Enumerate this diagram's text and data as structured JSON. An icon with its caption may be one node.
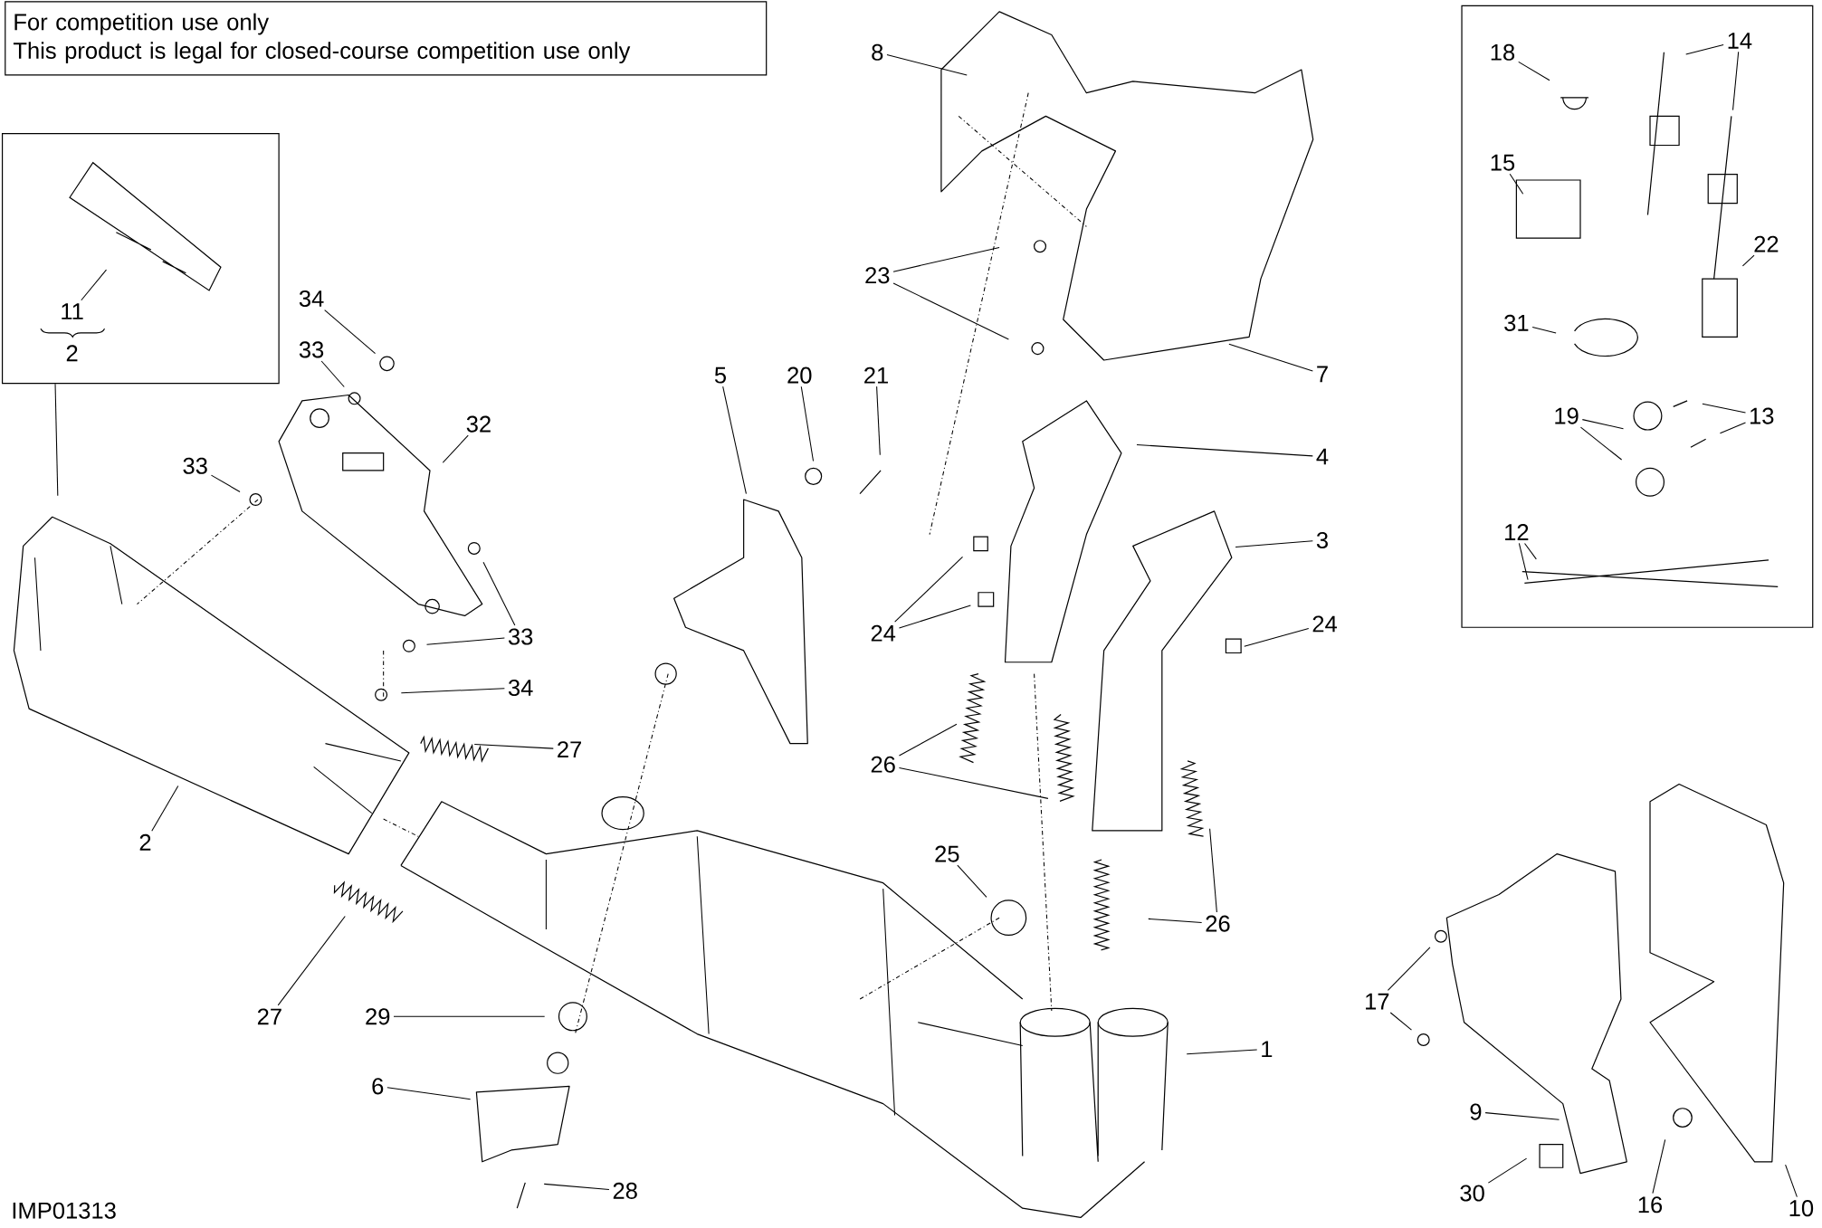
{
  "diagram": {
    "nodes": [
      {
        "text": [
          "For competition use only",
          "This product is legal for closed-course competition use only"
        ]
      },
      {
        "text": [],
        "shape": "box"
      },
      {
        "text": [],
        "shape": "box"
      },
      {
        "text": [
          "11"
        ],
        "in": 1
      },
      {
        "text": [
          "34"
        ]
      },
      {
        "text": [
          "33"
        ]
      },
      {
        "text": [
          "32"
        ]
      },
      {
        "text": [
          "33"
        ]
      },
      {
        "text": [
          "33"
        ]
      },
      {
        "text": [
          "34"
        ]
      },
      {
        "text": [
          "27"
        ]
      },
      {
        "text": [
          "2"
        ]
      },
      {
        "text": [
          "27"
        ]
      },
      {
        "text": [
          "29"
        ]
      },
      {
        "text": [
          "6"
        ]
      },
      {
        "text": [
          "28"
        ]
      },
      {
        "text": [
          "5"
        ]
      },
      {
        "text": [
          "20"
        ]
      },
      {
        "text": [
          "21"
        ]
      },
      {
        "text": [
          "8"
        ]
      },
      {
        "text": [
          "23"
        ]
      },
      {
        "text": [
          "7"
        ]
      },
      {
        "text": [
          "4"
        ]
      },
      {
        "text": [
          "3"
        ]
      },
      {
        "text": [
          "24"
        ]
      },
      {
        "text": [
          "24"
        ]
      },
      {
        "text": [
          "26"
        ]
      },
      {
        "text": [
          "26"
        ]
      },
      {
        "text": [
          "25"
        ]
      },
      {
        "text": [
          "1"
        ]
      },
      {
        "text": [
          "18"
        ],
        "in": 2
      },
      {
        "text": [
          "14"
        ],
        "in": 2
      },
      {
        "text": [
          "15"
        ],
        "in": 2
      },
      {
        "text": [
          "22"
        ],
        "in": 2
      },
      {
        "text": [
          "31"
        ],
        "in": 2
      },
      {
        "text": [
          "19"
        ],
        "in": 2
      },
      {
        "text": [
          "13"
        ],
        "in": 2
      },
      {
        "text": [
          "12"
        ],
        "in": 2
      },
      {
        "text": [
          "17"
        ]
      },
      {
        "text": [
          "9"
        ]
      },
      {
        "text": [
          "30"
        ]
      },
      {
        "text": [
          "16"
        ]
      },
      {
        "text": [
          "10"
        ]
      }
    ],
    "edges": [
      {
        "from": 1,
        "to": null,
        "arrow": "none"
      },
      {
        "from": 3,
        "to": null,
        "arrow": "none"
      },
      {
        "from": 4,
        "to": null,
        "arrow": "none"
      },
      {
        "from": 5,
        "to": null,
        "arrow": "none"
      },
      {
        "from": 6,
        "to": null,
        "arrow": "none"
      },
      {
        "from": 7,
        "to": null,
        "arrow": "none"
      },
      {
        "from": 8,
        "to": null,
        "arrow": "none"
      },
      {
        "from": 8,
        "to": null,
        "arrow": "none"
      },
      {
        "from": 9,
        "to": null,
        "arrow": "none"
      },
      {
        "from": 10,
        "to": null,
        "arrow": "none"
      },
      {
        "from": 11,
        "to": null,
        "arrow": "none"
      },
      {
        "from": 12,
        "to": null,
        "arrow": "none"
      },
      {
        "from": 13,
        "to": null,
        "arrow": "none"
      },
      {
        "from": 14,
        "to": null,
        "arrow": "none"
      },
      {
        "from": 15,
        "to": null,
        "arrow": "none"
      },
      {
        "from": 16,
        "to": null,
        "arrow": "none"
      },
      {
        "from": 17,
        "to": null,
        "arrow": "none"
      },
      {
        "from": 18,
        "to": null,
        "arrow": "none"
      },
      {
        "from": 19,
        "to": null,
        "arrow": "none"
      },
      {
        "from": 20,
        "to": null,
        "arrow": "none"
      },
      {
        "from": 20,
        "to": null,
        "arrow": "none"
      },
      {
        "from": 21,
        "to": null,
        "arrow": "none"
      },
      {
        "from": 22,
        "to": null,
        "arrow": "none"
      },
      {
        "from": 23,
        "to": null,
        "arrow": "none"
      },
      {
        "from": 24,
        "to": null,
        "arrow": "none"
      },
      {
        "from": 24,
        "to": null,
        "arrow": "none"
      },
      {
        "from": 25,
        "to": null,
        "arrow": "none"
      },
      {
        "from": 26,
        "to": null,
        "arrow": "none"
      },
      {
        "from": 26,
        "to": null,
        "arrow": "none"
      },
      {
        "from": 27,
        "to": null,
        "arrow": "none"
      },
      {
        "from": 27,
        "to": null,
        "arrow": "none"
      },
      {
        "from": 28,
        "to": null,
        "arrow": "none"
      },
      {
        "from": 29,
        "to": null,
        "arrow": "none"
      },
      {
        "from": 30,
        "to": null,
        "arrow": "none"
      },
      {
        "from": 31,
        "to": null,
        "arrow": "none"
      },
      {
        "from": 31,
        "to": null,
        "arrow": "none"
      },
      {
        "from": 32,
        "to": null,
        "arrow": "none"
      },
      {
        "from": 33,
        "to": null,
        "arrow": "none"
      },
      {
        "from": 34,
        "to": null,
        "arrow": "none"
      },
      {
        "from": 35,
        "to": null,
        "arrow": "none"
      },
      {
        "from": 35,
        "to": null,
        "arrow": "none"
      },
      {
        "from": 36,
        "to": null,
        "arrow": "none"
      },
      {
        "from": 36,
        "to": null,
        "arrow": "none"
      },
      {
        "from": 37,
        "to": null,
        "arrow": "none"
      },
      {
        "from": 37,
        "to": null,
        "arrow": "none"
      },
      {
        "from": 38,
        "to": null,
        "arrow": "none"
      },
      {
        "from": 38,
        "to": null,
        "arrow": "none"
      },
      {
        "from": 39,
        "to": null,
        "arrow": "none"
      },
      {
        "from": 40,
        "to": null,
        "arrow": "none"
      },
      {
        "from": 41,
        "to": null,
        "arrow": "none"
      },
      {
        "from": 42,
        "to": null,
        "arrow": "none"
      }
    ],
    "labels": [
      "2",
      "IMP01313"
    ]
  }
}
